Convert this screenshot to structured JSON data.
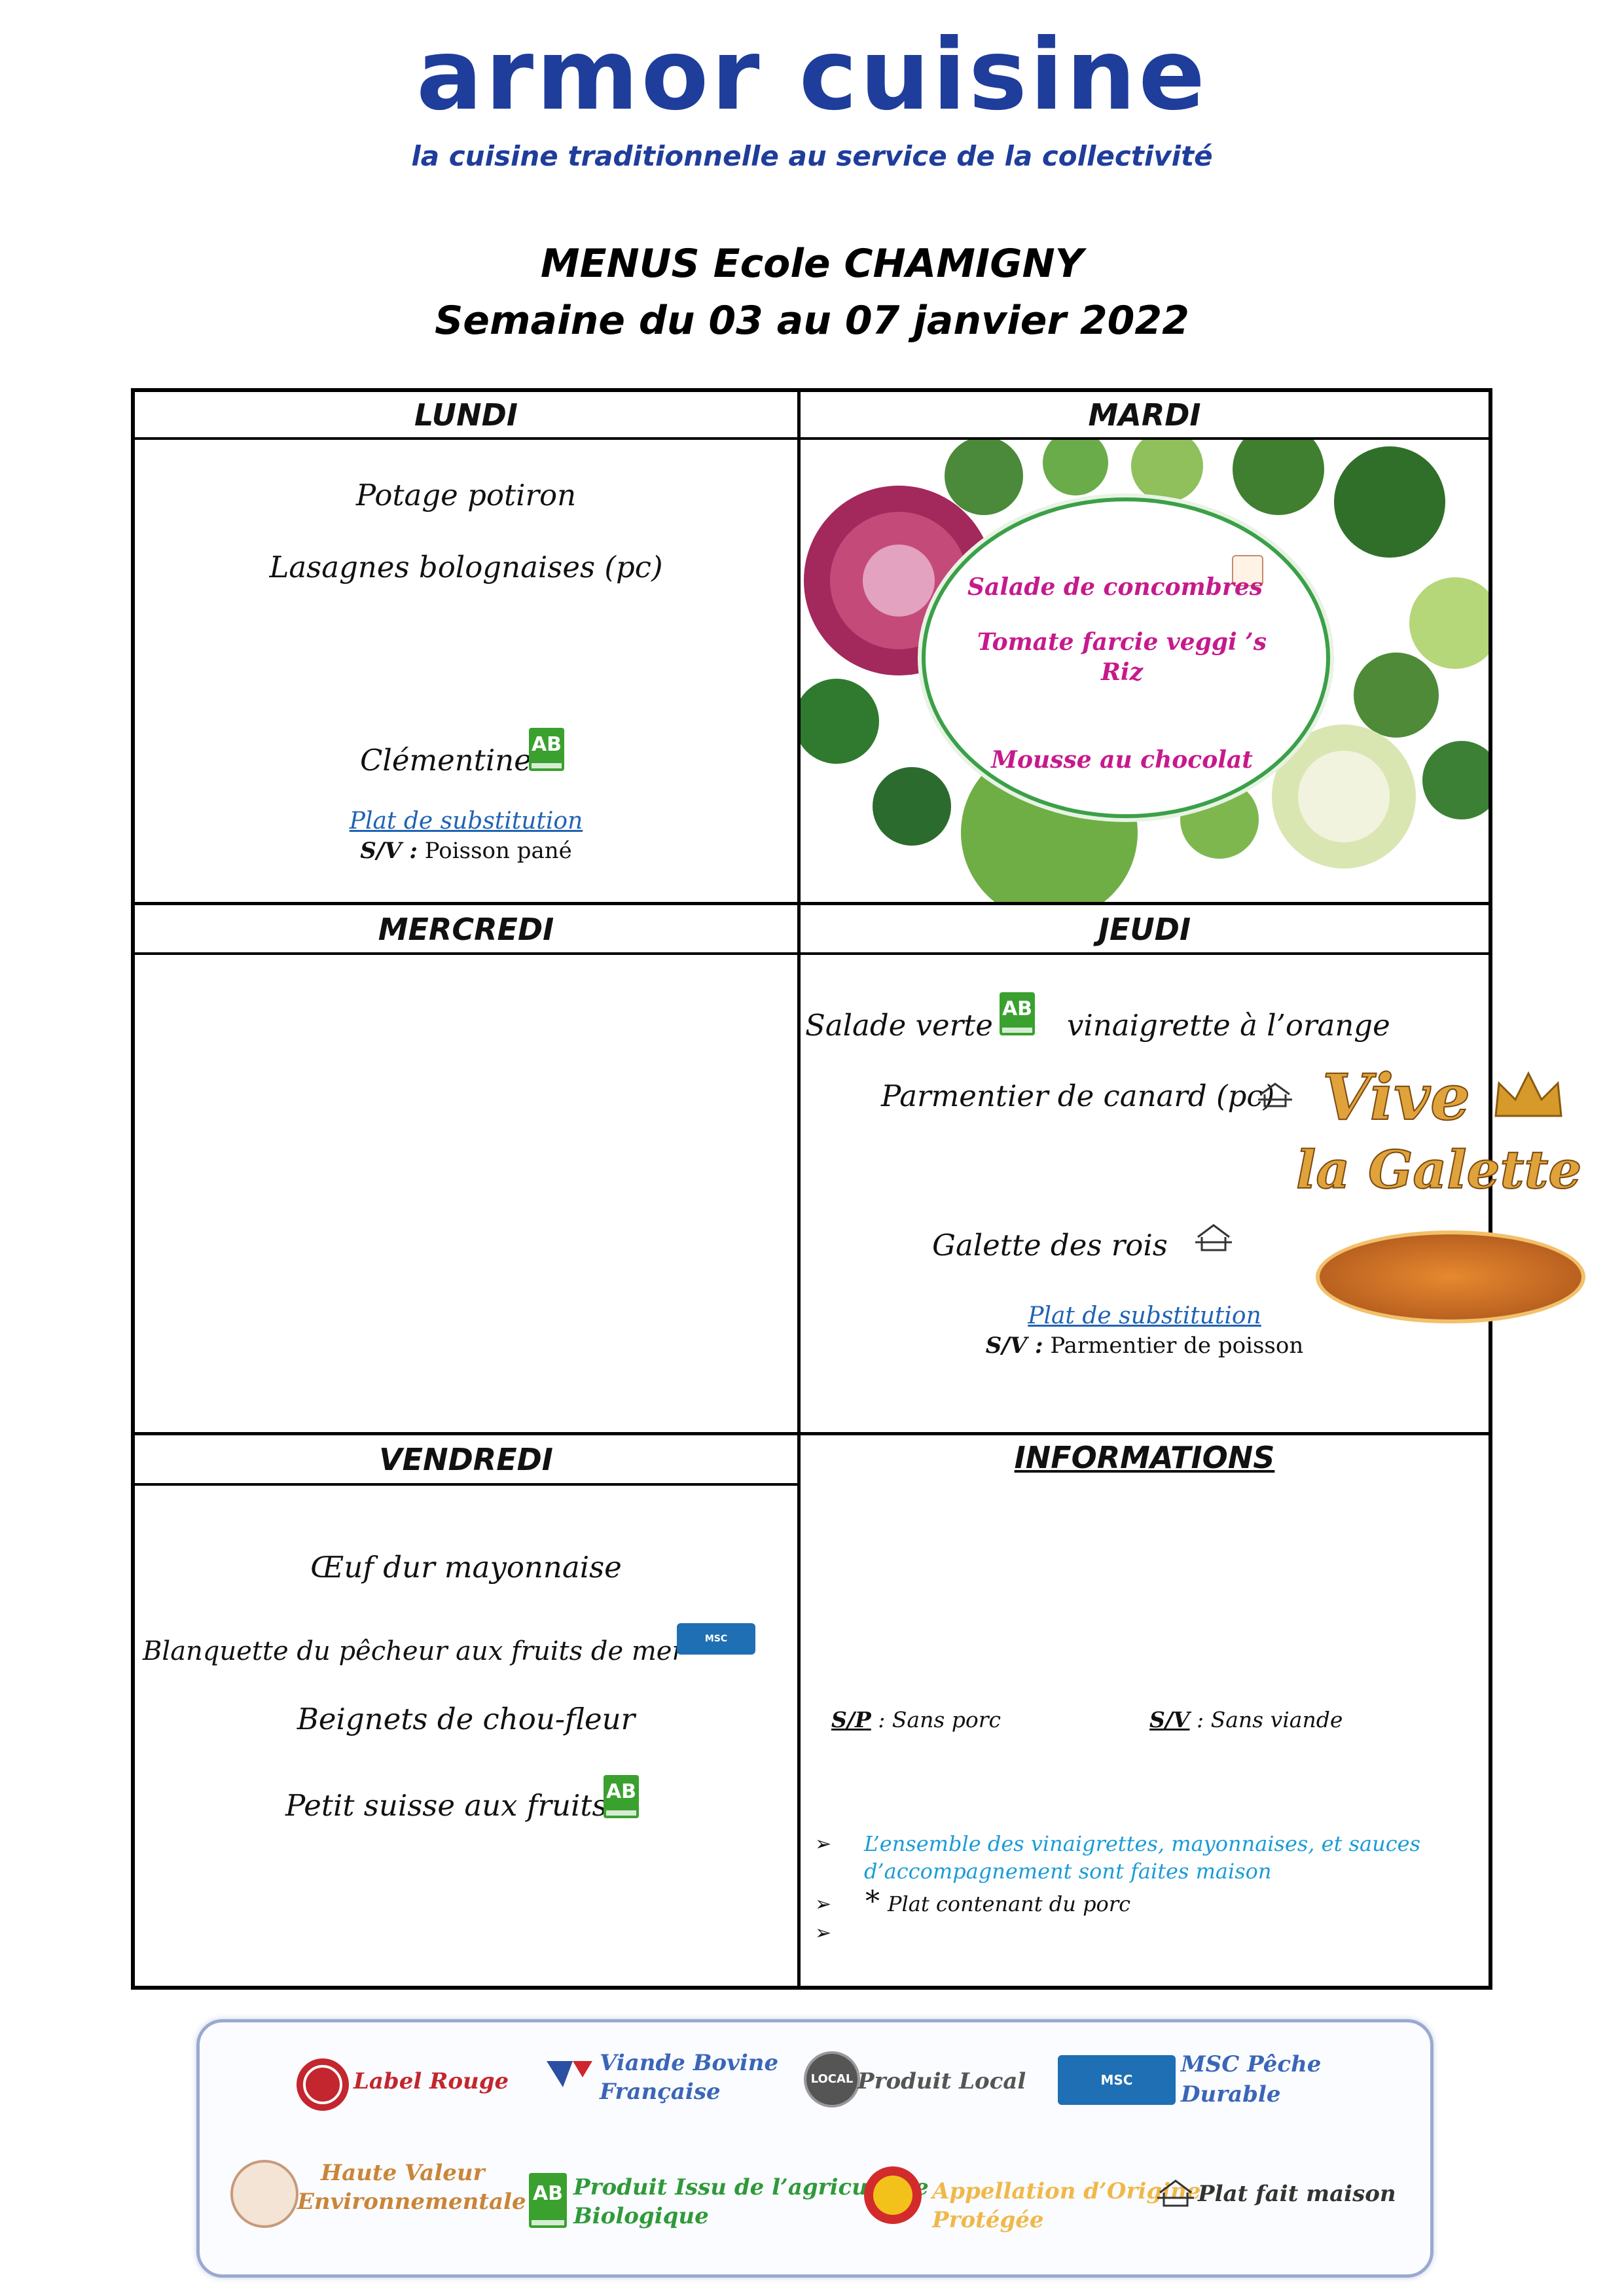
{
  "header": {
    "brand": "armor cuisine",
    "tagline": "la cuisine traditionnelle au service de la collectivité",
    "title_line1": "MENUS Ecole CHAMIGNY",
    "title_line2": "Semaine du 03 au 07 janvier 2022"
  },
  "days": {
    "lundi": {
      "label": "LUNDI",
      "dishes": [
        "Potage potiron",
        "Lasagnes bolognaises (pc)",
        "Clémentine"
      ],
      "subst_label": "Plat de substitution",
      "subst_prefix": "S/V :",
      "subst_value": "Poisson pané"
    },
    "mardi": {
      "label": "MARDI",
      "dishes": [
        "Salade de concombres",
        "Tomate farcie veggi ’s",
        "Riz",
        "Mousse au chocolat"
      ]
    },
    "mercredi": {
      "label": "MERCREDI"
    },
    "jeudi": {
      "label": "JEUDI",
      "dishes": [
        "Salade verte",
        "vinaigrette à l’orange",
        "Parmentier de canard (pc)",
        "Galette des rois"
      ],
      "subst_label": "Plat de substitution",
      "subst_prefix": "S/V :",
      "subst_value": "Parmentier de poisson",
      "galette_line1": "Vive",
      "galette_line2": "la Galette"
    },
    "vendredi": {
      "label": "VENDREDI",
      "dishes": [
        "Œuf dur mayonnaise",
        "Blanquette du pêcheur aux fruits de mer",
        "Beignets de chou-fleur",
        "Petit suisse aux fruits"
      ]
    }
  },
  "informations": {
    "title": "INFORMATIONS",
    "sp_abbr": "S/P",
    "sp_text": ": Sans porc",
    "sv_abbr": "S/V",
    "sv_text": ": Sans viande",
    "bullet_symbol": "➢",
    "note1": "L’ensemble des vinaigrettes, mayonnaises, et sauces d’accompagnement sont faites maison",
    "note2_star": "*",
    "note2": "Plat contenant du porc"
  },
  "legend": {
    "label_rouge": "Label Rouge",
    "viande_line1": "Viande Bovine",
    "viande_line2": "Française",
    "produit_local": "Produit Local",
    "msc_line1": "MSC Pêche",
    "msc_line2": "Durable",
    "hve_line1": "Haute Valeur",
    "hve_line2": "Environnementale",
    "bio_line1": "Produit Issu de l’agriculture",
    "bio_line2": "Biologique",
    "aop_line1": "Appellation d’Origine",
    "aop_line2": "Protégée",
    "fait_maison": "Plat fait maison",
    "local_badge": "LOCAL",
    "ab_badge": "AB",
    "msc_badge": "MSC"
  },
  "colors": {
    "brand_blue": "#1f3d9b",
    "link_blue": "#1f63b3",
    "pink_dish": "#c61a8c",
    "info_blue": "#1a9bd7",
    "bio_green": "#3aa12f"
  }
}
